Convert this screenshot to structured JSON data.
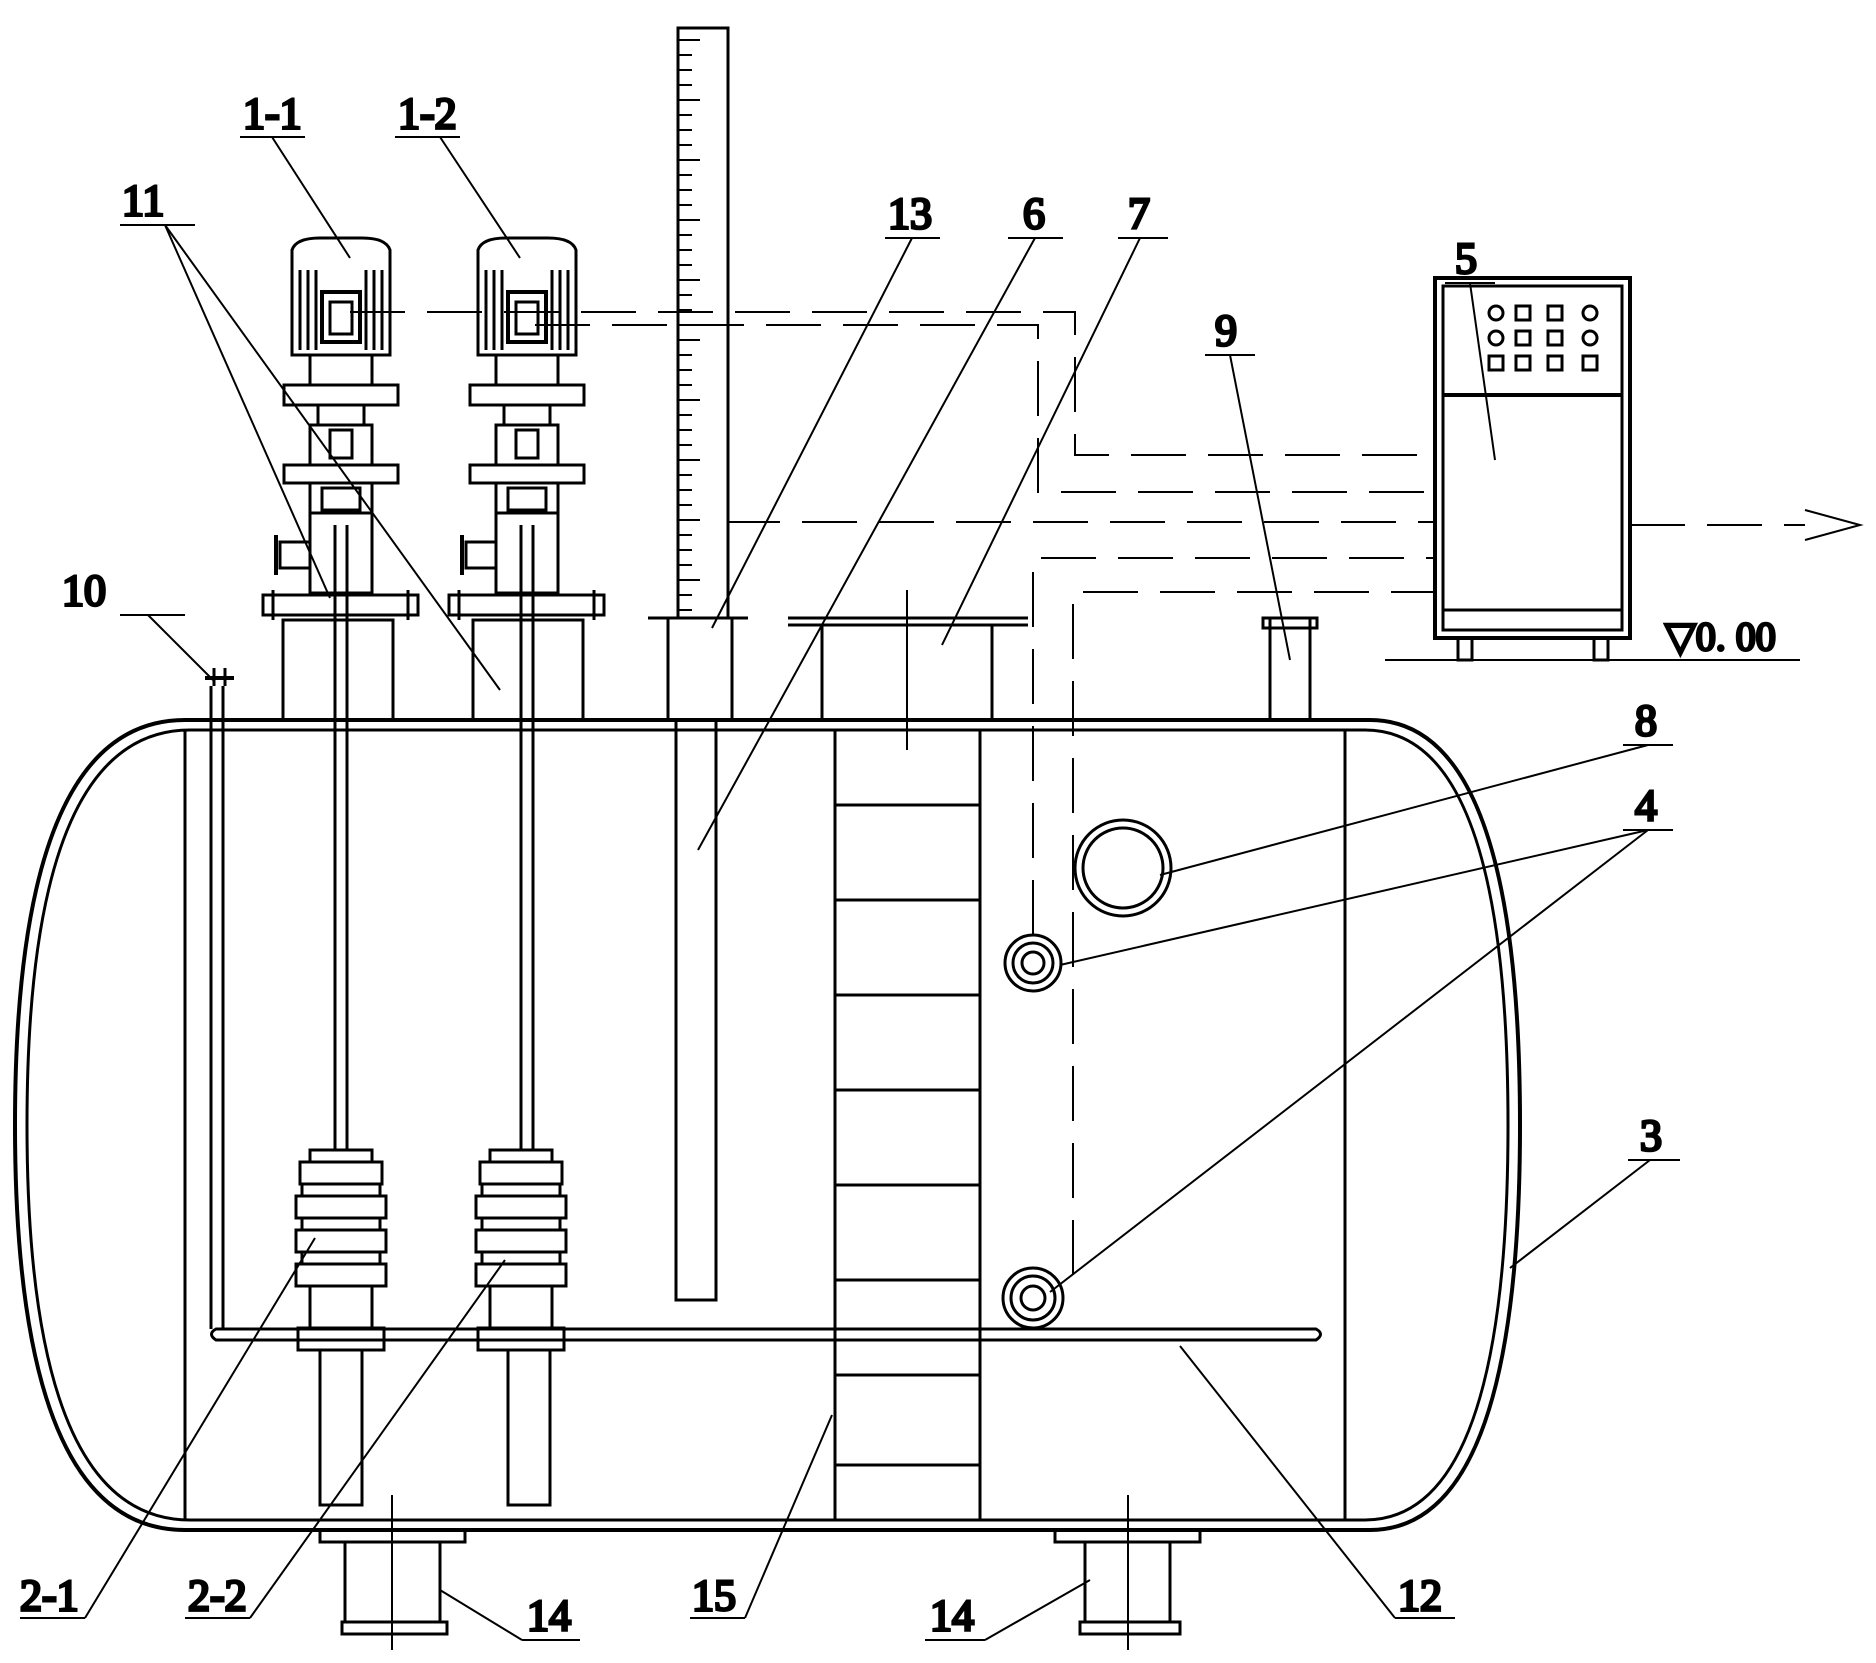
{
  "labels": {
    "pump_motor_1": "1-1",
    "pump_motor_2": "1-2",
    "pump_1": "2-1",
    "pump_2": "2-2",
    "tank": "3",
    "level_switch": "4",
    "control_cabinet": "5",
    "level_gauge": "6",
    "manhole": "7",
    "side_opening": "8",
    "vent_pipe": "9",
    "inlet_pipe": "10",
    "pump_seats": "11",
    "bottom_pipe": "12",
    "gauge_nozzle": "13",
    "saddle_support": "14",
    "partition": "15"
  },
  "level_mark": "▽0. 00",
  "colors": {
    "line": "#000000",
    "background": "#ffffff"
  }
}
